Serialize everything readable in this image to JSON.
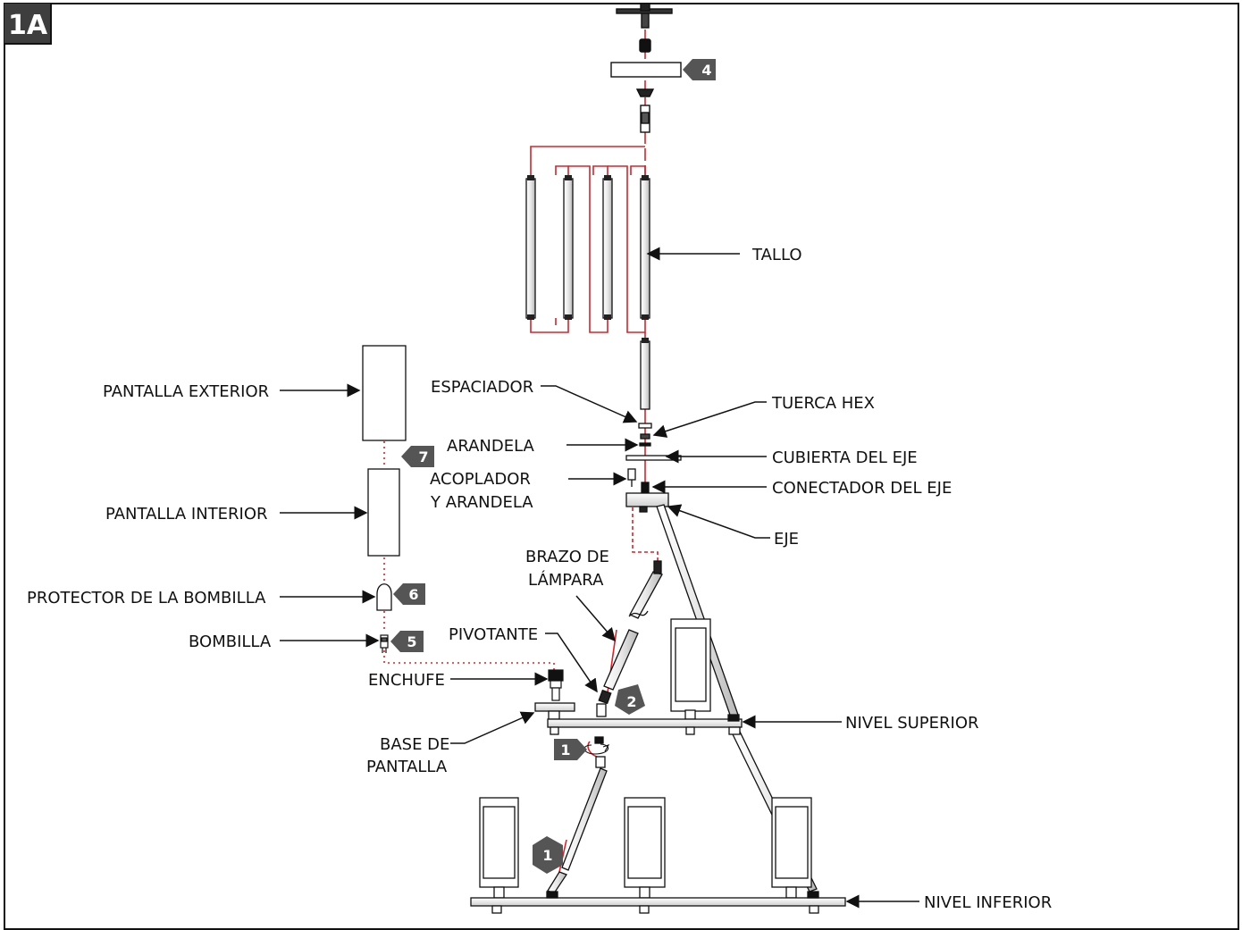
{
  "figure": {
    "id": "1A"
  },
  "labels": {
    "tallo": "TALLO",
    "pantalla_exterior": "PANTALLA EXTERIOR",
    "espaciador": "ESPACIADOR",
    "tuerca_hex": "TUERCA HEX",
    "arandela": "ARANDELA",
    "cubierta_eje": "CUBIERTA DEL EJE",
    "acoplador_1": "ACOPLADOR",
    "acoplador_2": "Y ARANDELA",
    "conectador_eje": "CONECTADOR DEL EJE",
    "pantalla_interior": "PANTALLA INTERIOR",
    "eje": "EJE",
    "brazo_1": "BRAZO DE",
    "brazo_2": "LÁMPARA",
    "protector": "PROTECTOR DE LA BOMBILLA",
    "pivotante": "PIVOTANTE",
    "bombilla": "BOMBILLA",
    "enchufe": "ENCHUFE",
    "nivel_superior": "NIVEL SUPERIOR",
    "base_1": "BASE DE",
    "base_2": "PANTALLA",
    "nivel_inferior": "NIVEL INFERIOR"
  },
  "steps": {
    "s1a": "1",
    "s1b": "1",
    "s2": "2",
    "s4": "4",
    "s5": "5",
    "s6": "6",
    "s7": "7"
  },
  "colors": {
    "line": "#111111",
    "guide": "#d8232a",
    "badge": "#555555"
  }
}
